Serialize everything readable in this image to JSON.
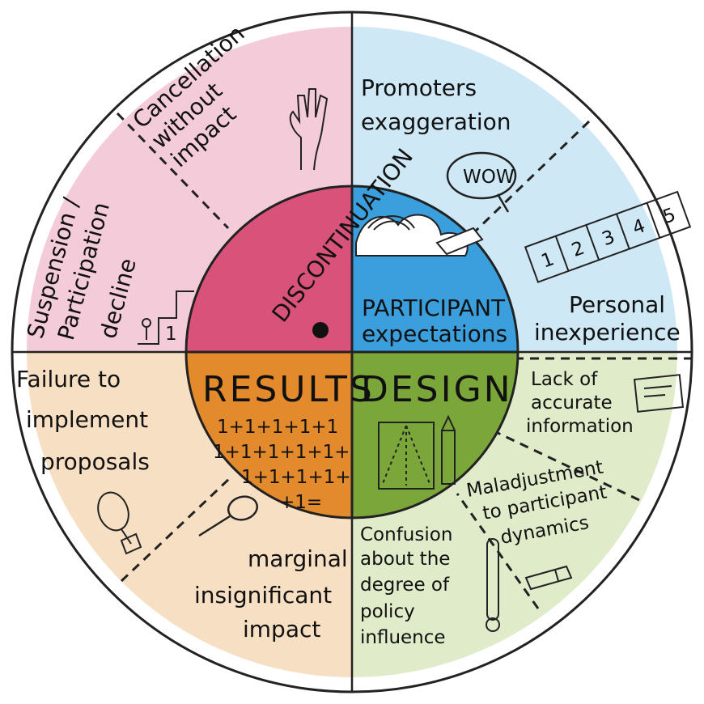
{
  "quadrants": {
    "discontinuation": {
      "title": "DISCONTINUATION",
      "color": "#d9527a",
      "segments": [
        {
          "lines": [
            "Cancellation",
            "without",
            "impact"
          ]
        },
        {
          "lines": [
            "Suspension /",
            "Participation",
            "decline"
          ]
        }
      ]
    },
    "participant_expectations": {
      "title_lines": [
        "PARTICIPANT",
        "expectations"
      ],
      "color": "#3a9fdc",
      "segments": [
        {
          "lines": [
            "Promoters",
            "exaggeration"
          ],
          "badge": "WOW"
        },
        {
          "lines": [
            "Personal",
            "inexperience"
          ]
        }
      ]
    },
    "design": {
      "title": "DESIGN",
      "color": "#7ba63a",
      "segments": [
        {
          "lines": [
            "Lack of",
            "accurate",
            "information"
          ]
        },
        {
          "lines": [
            "Maladjustment",
            "to participant",
            "dynamics"
          ]
        },
        {
          "lines": [
            "Confusion",
            "about the",
            "degree of",
            "policy",
            "influence"
          ]
        }
      ]
    },
    "results": {
      "title": "RESULTS",
      "color": "#e38b2c",
      "equation_lines": [
        "1+1+1+1+1",
        "1+1+1+1+1+",
        "1+1+1+1+",
        "+1="
      ],
      "segments": [
        {
          "lines": [
            "Failure to",
            "implement",
            "proposals"
          ]
        },
        {
          "lines": [
            "marginal",
            "insignificant",
            "impact"
          ]
        }
      ]
    }
  },
  "illustrations": {
    "stair_step_number": "1",
    "ladder_numbers": [
      "1",
      "2",
      "3",
      "4",
      "5"
    ]
  },
  "colors": {
    "pink_light": "#f4ccd9",
    "blue_light": "#cfe8f6",
    "green_light": "#e0ebca",
    "orange_light": "#f7dfc3",
    "outline": "#222222"
  },
  "icons": [
    "hand-icon",
    "wow-speech-bubble-icon",
    "ladder-icon",
    "stairs-person-icon",
    "magnifier-icon",
    "broken-magnifier-icon",
    "document-icon",
    "pencil-icon",
    "perspective-drawing-icon",
    "thermometer-icon",
    "crayon-icon",
    "clouds-sky-icon"
  ]
}
